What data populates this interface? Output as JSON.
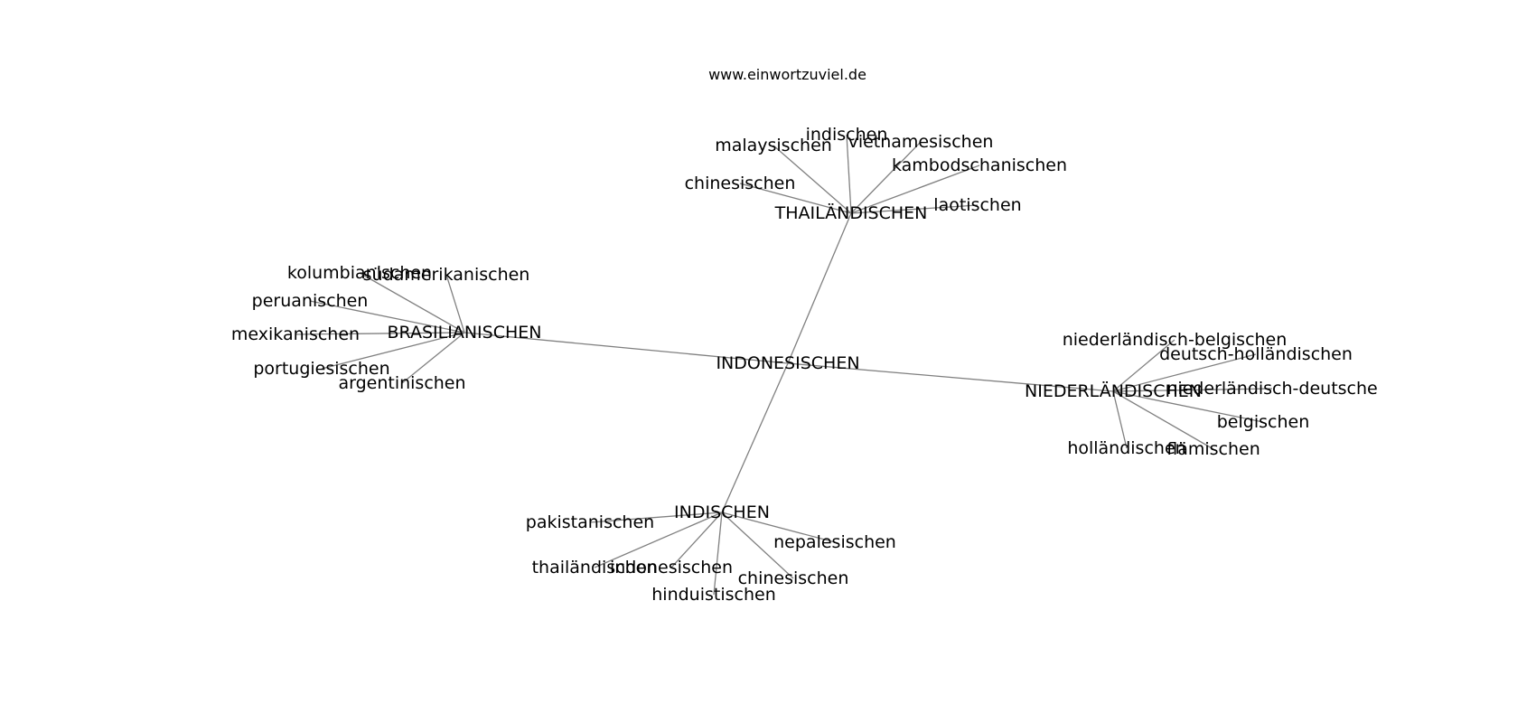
{
  "source": "www.einwortzuviel.de",
  "nodes": [
    {
      "id": "INDONESISCHEN",
      "label": "INDONESISCHEN"
    },
    {
      "id": "THAILANDISCHEN",
      "label": "THAILÄNDISCHEN"
    },
    {
      "id": "BRASILIANISCHEN",
      "label": "BRASILIANISCHEN"
    },
    {
      "id": "NIEDERLANDISCHEN",
      "label": "NIEDERLÄNDISCHEN"
    },
    {
      "id": "INDISCHEN",
      "label": "INDISCHEN"
    },
    {
      "id": "t-chinesischen",
      "label": "chinesischen"
    },
    {
      "id": "t-malaysischen",
      "label": "malaysischen"
    },
    {
      "id": "t-indischen",
      "label": "indischen"
    },
    {
      "id": "t-vietnamesischen",
      "label": "vietnamesischen"
    },
    {
      "id": "t-kambodschanischen",
      "label": "kambodschanischen"
    },
    {
      "id": "t-laotischen",
      "label": "laotischen"
    },
    {
      "id": "b-kolumbianischen",
      "label": "kolumbianischen"
    },
    {
      "id": "b-suedamerikanischen",
      "label": "südamerikanischen"
    },
    {
      "id": "b-peruanischen",
      "label": "peruanischen"
    },
    {
      "id": "b-mexikanischen",
      "label": "mexikanischen"
    },
    {
      "id": "b-portugiesischen",
      "label": "portugiesischen"
    },
    {
      "id": "b-argentinischen",
      "label": "argentinischen"
    },
    {
      "id": "n-niederlaendisch-belgischen",
      "label": "niederländisch-belgischen"
    },
    {
      "id": "n-deutsch-hollaendischen",
      "label": "deutsch-holländischen"
    },
    {
      "id": "n-niederlaendisch-deutsche",
      "label": "niederländisch-deutsche"
    },
    {
      "id": "n-belgischen",
      "label": "belgischen"
    },
    {
      "id": "n-flaemischen",
      "label": "flämischen"
    },
    {
      "id": "n-hollaendischen",
      "label": "holländischen"
    },
    {
      "id": "i-pakistanischen",
      "label": "pakistanischen"
    },
    {
      "id": "i-thailaendischen",
      "label": "thailändischen"
    },
    {
      "id": "i-indonesischen",
      "label": "indonesischen"
    },
    {
      "id": "i-hinduistischen",
      "label": "hinduistischen"
    },
    {
      "id": "i-chinesischen",
      "label": "chinesischen"
    },
    {
      "id": "i-nepalesischen",
      "label": "nepalesischen"
    }
  ],
  "edges": [
    [
      "INDONESISCHEN",
      "THAILANDISCHEN"
    ],
    [
      "INDONESISCHEN",
      "BRASILIANISCHEN"
    ],
    [
      "INDONESISCHEN",
      "NIEDERLANDISCHEN"
    ],
    [
      "INDONESISCHEN",
      "INDISCHEN"
    ],
    [
      "THAILANDISCHEN",
      "t-chinesischen"
    ],
    [
      "THAILANDISCHEN",
      "t-malaysischen"
    ],
    [
      "THAILANDISCHEN",
      "t-indischen"
    ],
    [
      "THAILANDISCHEN",
      "t-vietnamesischen"
    ],
    [
      "THAILANDISCHEN",
      "t-kambodschanischen"
    ],
    [
      "THAILANDISCHEN",
      "t-laotischen"
    ],
    [
      "BRASILIANISCHEN",
      "b-kolumbianischen"
    ],
    [
      "BRASILIANISCHEN",
      "b-suedamerikanischen"
    ],
    [
      "BRASILIANISCHEN",
      "b-peruanischen"
    ],
    [
      "BRASILIANISCHEN",
      "b-mexikanischen"
    ],
    [
      "BRASILIANISCHEN",
      "b-portugiesischen"
    ],
    [
      "BRASILIANISCHEN",
      "b-argentinischen"
    ],
    [
      "NIEDERLANDISCHEN",
      "n-niederlaendisch-belgischen"
    ],
    [
      "NIEDERLANDISCHEN",
      "n-deutsch-hollaendischen"
    ],
    [
      "NIEDERLANDISCHEN",
      "n-niederlaendisch-deutsche"
    ],
    [
      "NIEDERLANDISCHEN",
      "n-belgischen"
    ],
    [
      "NIEDERLANDISCHEN",
      "n-flaemischen"
    ],
    [
      "NIEDERLANDISCHEN",
      "n-hollaendischen"
    ],
    [
      "INDISCHEN",
      "i-pakistanischen"
    ],
    [
      "INDISCHEN",
      "i-thailaendischen"
    ],
    [
      "INDISCHEN",
      "i-indonesischen"
    ],
    [
      "INDISCHEN",
      "i-hinduistischen"
    ],
    [
      "INDISCHEN",
      "i-chinesischen"
    ],
    [
      "INDISCHEN",
      "i-nepalesischen"
    ]
  ],
  "edge_color": "#808080",
  "text_color": "#000000"
}
